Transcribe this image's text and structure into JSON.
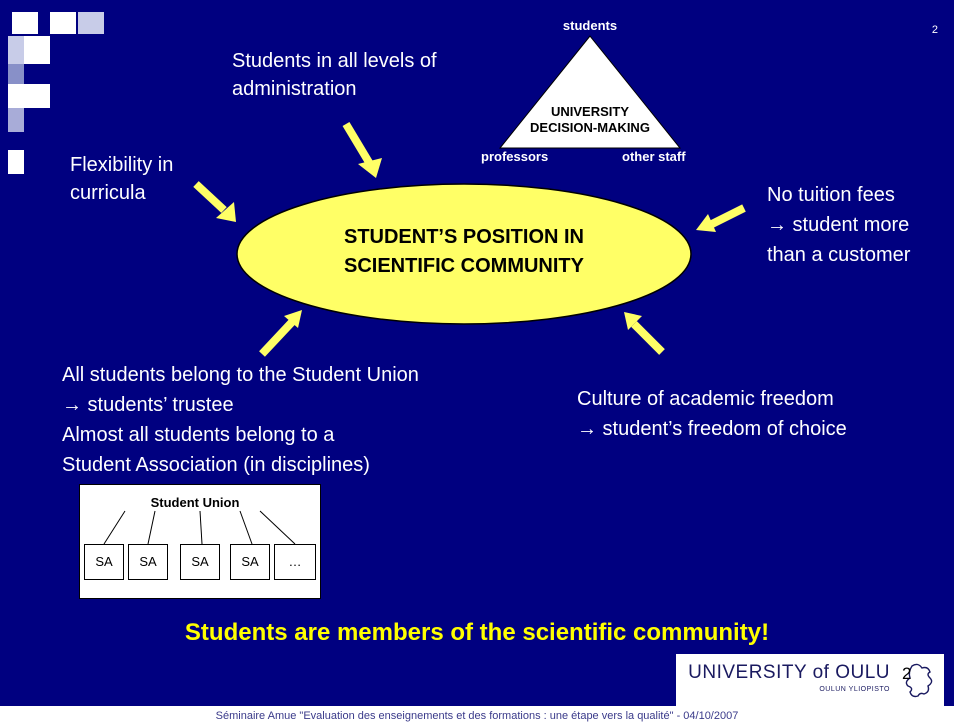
{
  "slide": {
    "page_number": "2",
    "triangle": {
      "top": "students",
      "center_line1": "UNIVERSITY",
      "center_line2": "DECISION-MAKING",
      "left": "professors",
      "right": "other staff"
    },
    "ellipse": {
      "line1": "STUDENT’S POSITION IN",
      "line2": "SCIENTIFIC COMMUNITY"
    },
    "notes": {
      "admin_line1": "Students in all levels of",
      "admin_line2": "administration",
      "flex_line1": "Flexibility in",
      "flex_line2": "curricula",
      "fees_line1": "No tuition fees",
      "fees_line2": "→ student more",
      "fees_line3": "than a customer",
      "union_line1": "All students belong to the Student Union",
      "union_line2": "→ students’ trustee",
      "union_line3": "Almost all students belong to a",
      "union_line4": "Student Association (in disciplines)",
      "freedom_line1": "Culture of academic freedom",
      "freedom_line2": "→ student’s freedom of choice"
    },
    "org_chart": {
      "title": "Student Union",
      "boxes": [
        "SA",
        "SA",
        "SA",
        "SA",
        "…"
      ]
    },
    "headline": "Students are members of the scientific community!",
    "logo": {
      "main": "UNIVERSITY of OULU",
      "sub": "OULUN YLIOPISTO",
      "badge_number": "2"
    },
    "colors": {
      "background": "#000080",
      "ellipse_fill": "#ffff66",
      "arrow": "#ffff66",
      "headline": "#ffff00"
    }
  },
  "footer": "Séminaire Amue  \"Evaluation des enseignements et des formations : une étape vers la qualité\" - 04/10/2007"
}
